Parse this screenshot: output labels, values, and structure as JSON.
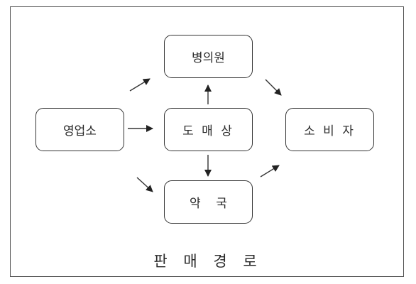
{
  "diagram": {
    "nodes": {
      "hospital": "병의원",
      "office": "영업소",
      "wholesale": "도 매 상",
      "consumer": "소 비 자",
      "pharmacy": "약    국"
    },
    "caption": "판 매 경 로",
    "edges": [
      {
        "from": "office",
        "to": "hospital"
      },
      {
        "from": "office",
        "to": "wholesale"
      },
      {
        "from": "office",
        "to": "pharmacy"
      },
      {
        "from": "wholesale",
        "to": "hospital"
      },
      {
        "from": "wholesale",
        "to": "pharmacy"
      },
      {
        "from": "hospital",
        "to": "consumer"
      },
      {
        "from": "pharmacy",
        "to": "consumer"
      }
    ],
    "colors": {
      "line": "#333333",
      "text": "#2a2a2a"
    }
  }
}
